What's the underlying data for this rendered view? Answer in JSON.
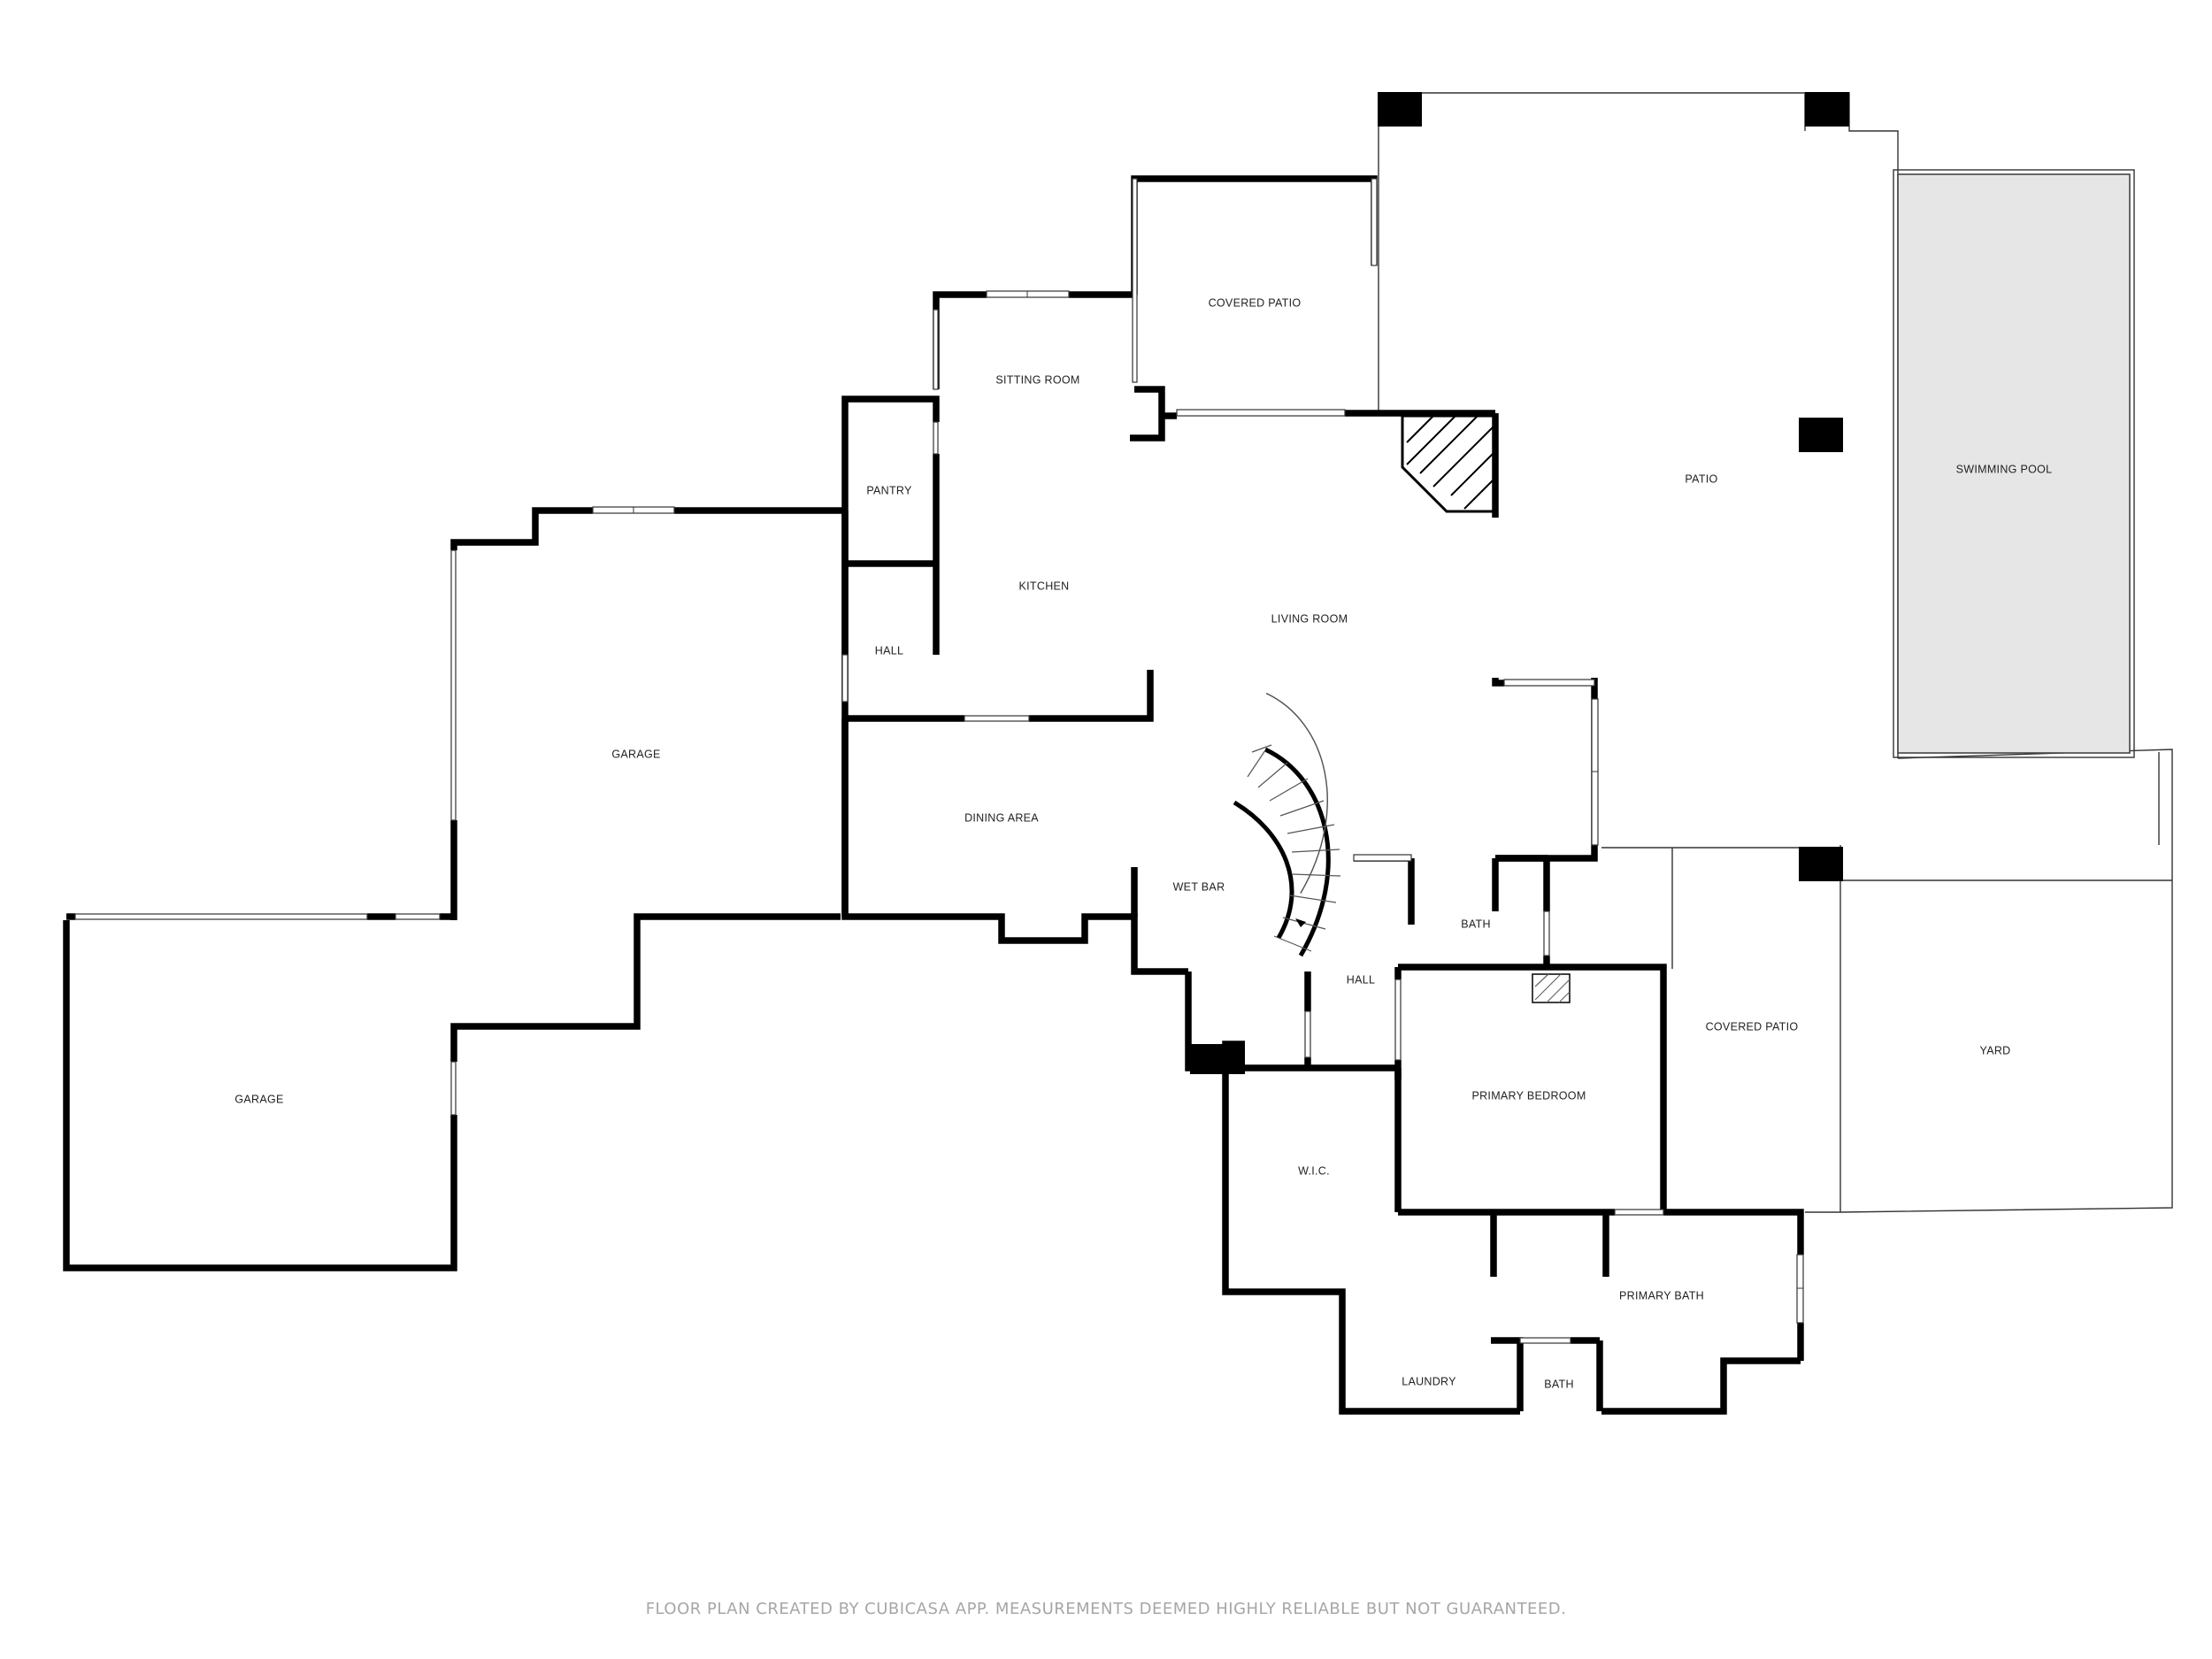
{
  "rooms": {
    "covered_patio_north": "COVERED PATIO",
    "sitting_room": "SITTING ROOM",
    "patio": "PATIO",
    "swimming_pool": "SWIMMING POOL",
    "pantry": "PANTRY",
    "kitchen": "KITCHEN",
    "living_room": "LIVING ROOM",
    "hall_west": "HALL",
    "garage_upper": "GARAGE",
    "dining_area": "DINING AREA",
    "wet_bar": "WET BAR",
    "bath_upper": "BATH",
    "hall_east": "HALL",
    "covered_patio_east": "COVERED PATIO",
    "yard": "YARD",
    "primary_bedroom": "PRIMARY BEDROOM",
    "garage_lower": "GARAGE",
    "wic": "W.I.C.",
    "primary_bath": "PRIMARY BATH",
    "laundry": "LAUNDRY",
    "bath_lower": "BATH"
  },
  "footer": "FLOOR PLAN CREATED BY CUBICASA APP. MEASUREMENTS DEEMED HIGHLY RELIABLE BUT NOT GUARANTEED.",
  "colors": {
    "wall": "#000000",
    "pool_fill": "#e6e6e6",
    "footer_text": "#a6a6a6"
  }
}
